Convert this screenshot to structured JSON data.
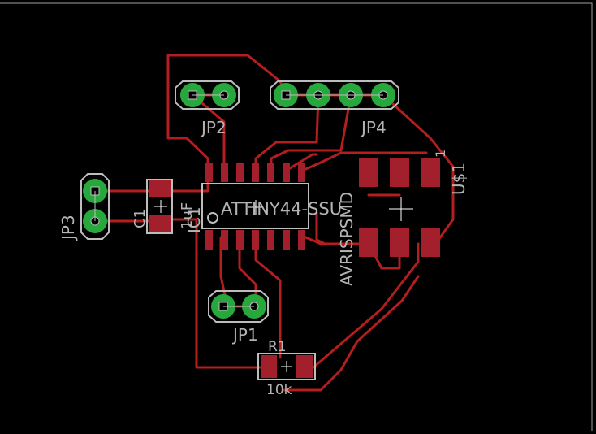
{
  "colors": {
    "background": "#000000",
    "trace": "#b41e1e",
    "pad": "#a21f2b",
    "thru_pad": "#27a83c",
    "silk": "#bdbdbd",
    "outline": "#a0a0a0"
  },
  "labels": {
    "jp2": "JP2",
    "jp4": "JP4",
    "jp3": "JP3",
    "jp1": "JP1",
    "c1": "C1",
    "c1_value": "1uF",
    "ic1_name": "IC1",
    "ic1_part": "ATTINY44-SSU",
    "us1_name": "U$1",
    "us1_part": "AVRISPSMD",
    "us1_pin1": "1",
    "r1": "R1",
    "r1_value": "10k"
  }
}
